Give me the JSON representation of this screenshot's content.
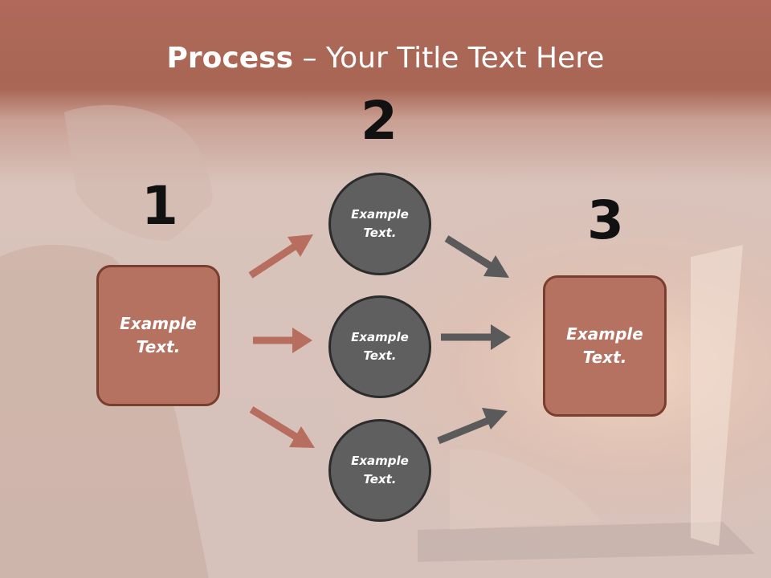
{
  "title": {
    "bold": "Process",
    "rest": " – Your Title Text Here"
  },
  "steps": {
    "n1": "1",
    "n2": "2",
    "n3": "3"
  },
  "box_left": {
    "line1": "Example",
    "line2": "Text."
  },
  "box_right": {
    "line1": "Example",
    "line2": "Text."
  },
  "circles": [
    {
      "line1": "Example",
      "line2": "Text."
    },
    {
      "line1": "Example",
      "line2": "Text."
    },
    {
      "line1": "Example",
      "line2": "Text."
    }
  ],
  "colors": {
    "box_fill": "#b67260",
    "box_border": "#7a3e2f",
    "circle_fill": "#5f5f5f",
    "circle_border": "#2c2c2c",
    "arrow_brown": "#b86e5e",
    "arrow_gray": "#5a5a5a",
    "header_band": "#a86654"
  }
}
